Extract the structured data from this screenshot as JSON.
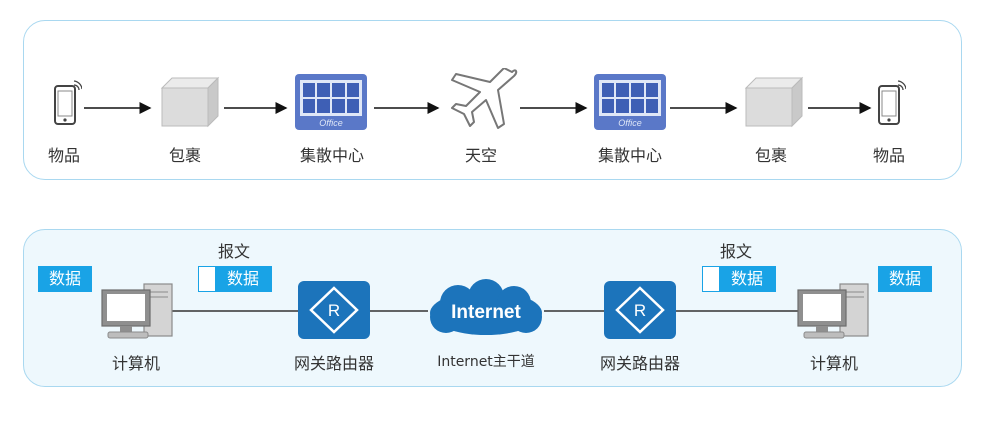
{
  "top_flow": {
    "labels": [
      "物品",
      "包裹",
      "集散中心",
      "天空",
      "集散中心",
      "包裹",
      "物品"
    ],
    "office_text": "Office"
  },
  "bottom_flow": {
    "left_data_tag": "数据",
    "right_data_tag": "数据",
    "left_packet_label": "报文",
    "right_packet_label": "报文",
    "left_packet_data": "数据",
    "right_packet_data": "数据",
    "left_computer": "计算机",
    "right_computer": "计算机",
    "left_router": "网关路由器",
    "right_router": "网关路由器",
    "cloud_text": "Internet",
    "backbone_label": "Internet主干道"
  },
  "colors": {
    "accent": "#19a3e6",
    "router": "#1c74bb",
    "office": "#5a78c8",
    "panel_border": "#a9d8f0"
  }
}
